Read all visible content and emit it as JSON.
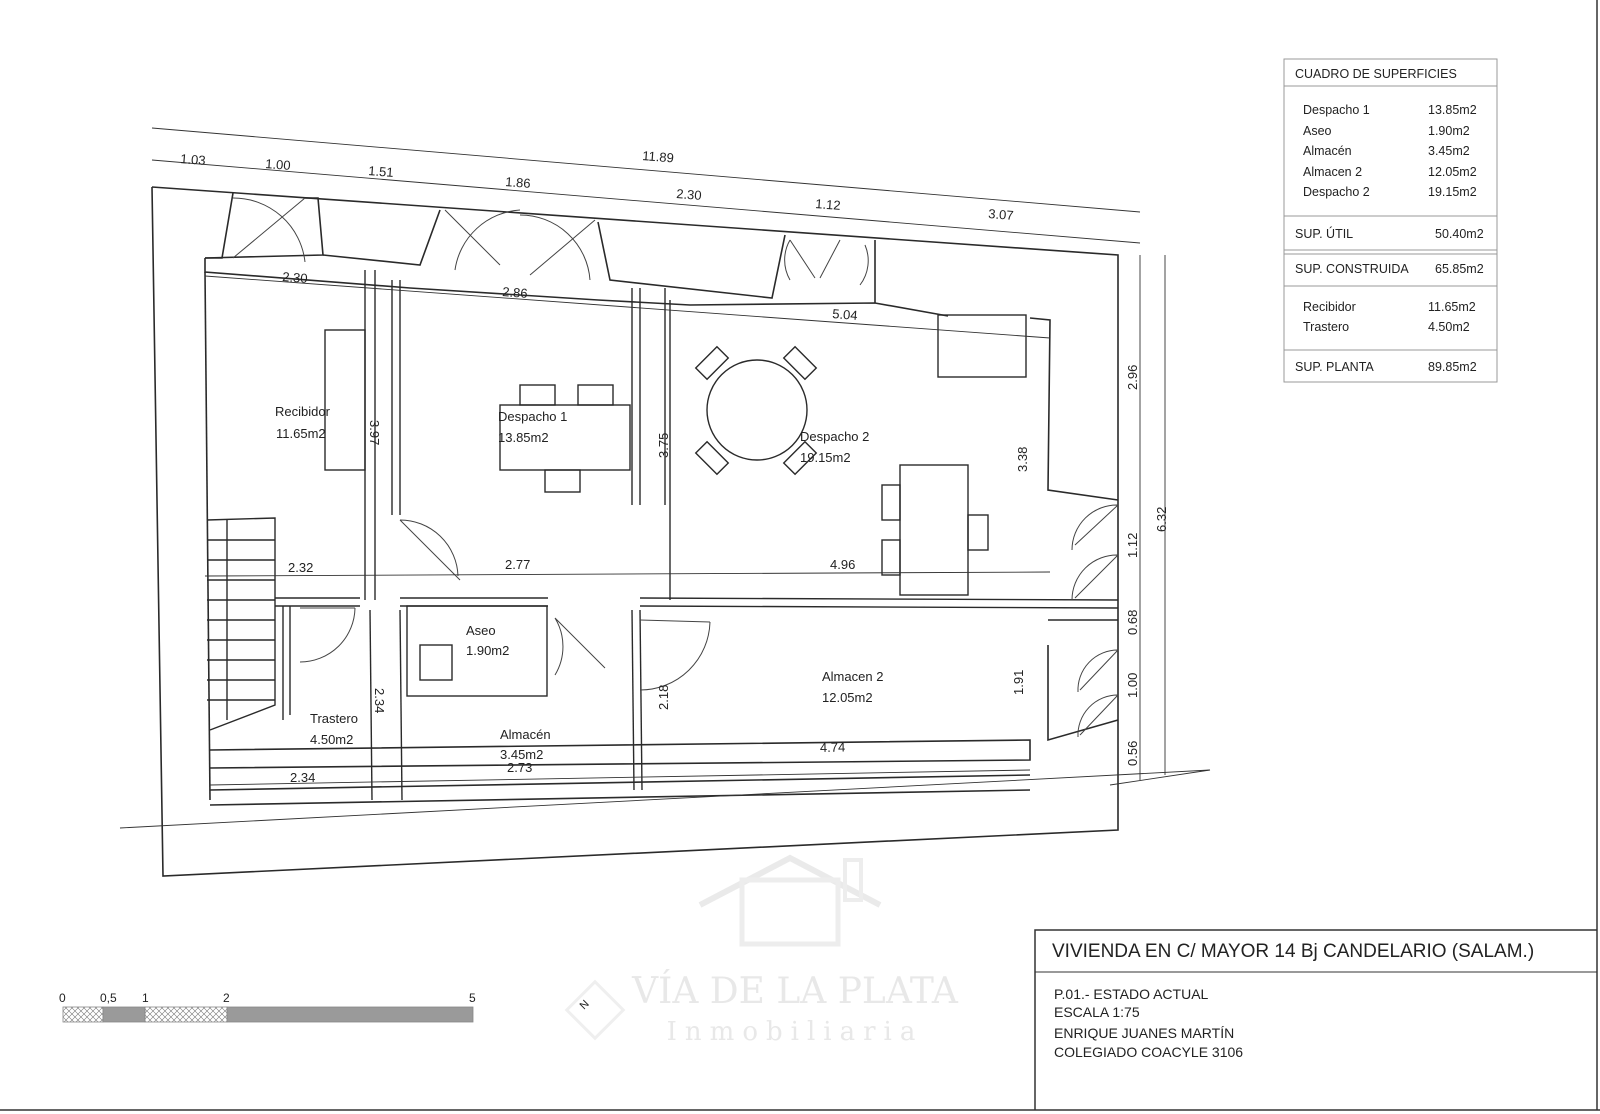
{
  "rooms": {
    "recibidor": {
      "name": "Recibidor",
      "area": "11.65m2"
    },
    "despacho1": {
      "name": "Despacho 1",
      "area": "13.85m2"
    },
    "despacho2": {
      "name": "Despacho 2",
      "area": "19.15m2"
    },
    "aseo": {
      "name": "Aseo",
      "area": "1.90m2"
    },
    "almacen2": {
      "name": "Almacen 2",
      "area": "12.05m2"
    },
    "trastero": {
      "name": "Trastero",
      "area": "4.50m2"
    },
    "almacen": {
      "name": "Almacén",
      "area": "3.45m2"
    }
  },
  "dimensions": {
    "total_top": "11.89",
    "top_1": "1.03",
    "top_2": "1.00",
    "top_3": "1.51",
    "top_4": "1.86",
    "top_5": "2.30",
    "top_6": "1.12",
    "top_7": "3.07",
    "inner_1": "2.30",
    "inner_2": "2.86",
    "inner_3": "5.04",
    "mid_1": "2.32",
    "mid_2": "2.77",
    "mid_3": "4.96",
    "bottom_1": "2.34",
    "bottom_2": "2.73",
    "bottom_3": "4.74",
    "v_recibidor": "3.97",
    "v_despacho1": "3.75",
    "v_despacho2": "3.38",
    "v_trastero": "2.34",
    "v_almacen": "2.18",
    "v_almacen2": "1.91",
    "right_1": "2.96",
    "right_2": "1.12",
    "right_3": "0.68",
    "right_4": "1.00",
    "right_5": "0.56",
    "right_total": "6.32"
  },
  "surface_table": {
    "title": "CUADRO DE SUPERFICIES",
    "rows_a": [
      {
        "name": "Despacho 1",
        "value": "13.85m2"
      },
      {
        "name": "Aseo",
        "value": "1.90m2"
      },
      {
        "name": "Almacén",
        "value": "3.45m2"
      },
      {
        "name": "Almacen 2",
        "value": "12.05m2"
      },
      {
        "name": "Despacho 2",
        "value": "19.15m2"
      }
    ],
    "sup_util_label": "SUP. ÚTIL",
    "sup_util_value": "50.40m2",
    "sup_construida_label": "SUP. CONSTRUIDA",
    "sup_construida_value": "65.85m2",
    "rows_b": [
      {
        "name": "Recibidor",
        "value": "11.65m2"
      },
      {
        "name": "Trastero",
        "value": "4.50m2"
      }
    ],
    "sup_planta_label": "SUP. PLANTA",
    "sup_planta_value": "89.85m2"
  },
  "title_block": {
    "title": "VIVIENDA EN C/ MAYOR 14 Bj CANDELARIO (SALAM.)",
    "line1": "P.01.- ESTADO ACTUAL",
    "line2": "ESCALA 1:75",
    "line3": "ENRIQUE JUANES MARTÍN",
    "line4": "COLEGIADO COACYLE 3106"
  },
  "scale_bar": {
    "l0": "0",
    "l1": "0,5",
    "l2": "1",
    "l3": "2",
    "l4": "5"
  },
  "north_label": "N",
  "watermark": {
    "line1": "VÍA DE LA PLATA",
    "line2": "Inmobiliaria"
  }
}
